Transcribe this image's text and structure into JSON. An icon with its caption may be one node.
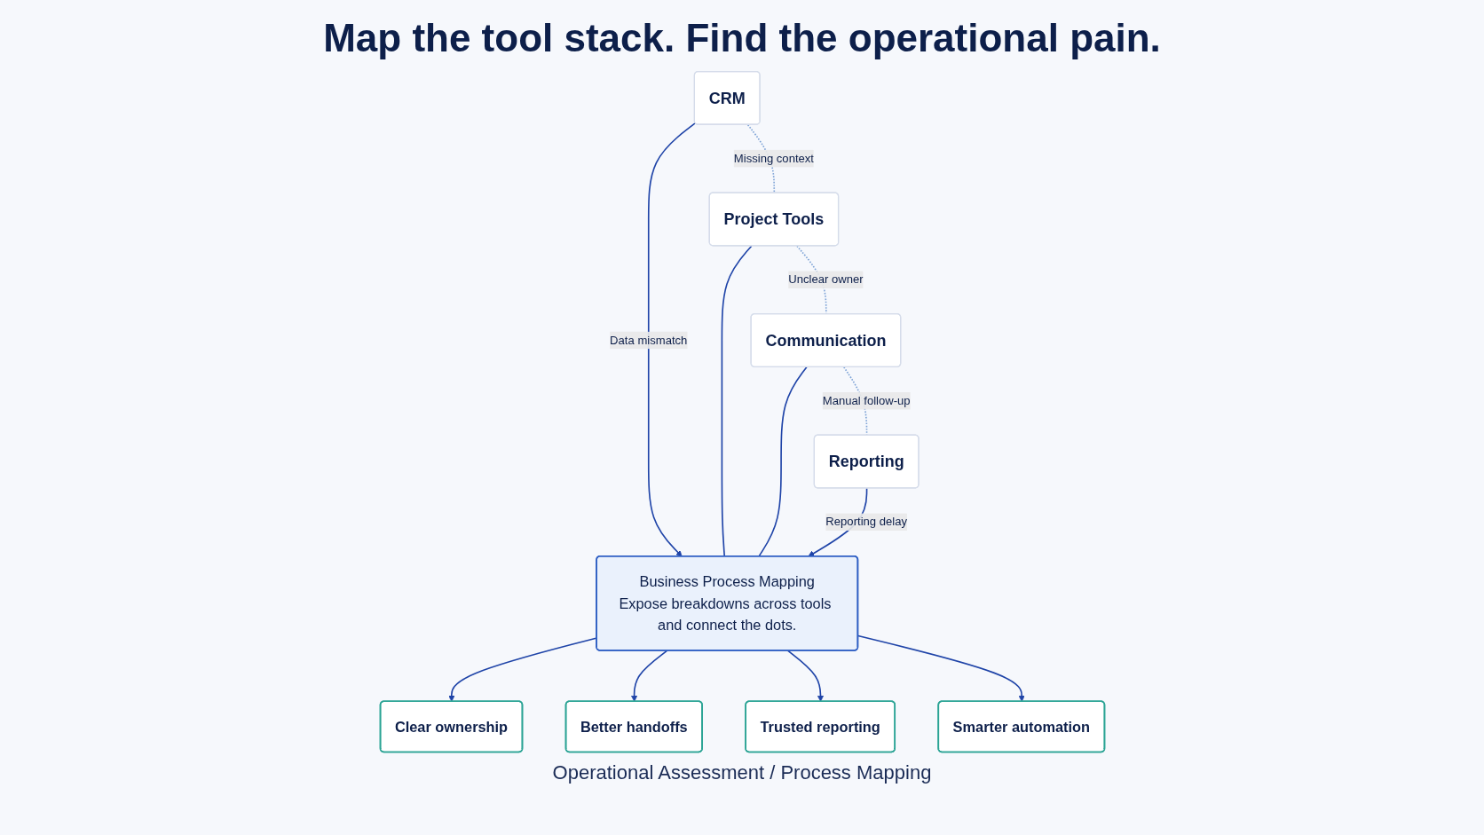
{
  "diagram": {
    "title": "Map the tool stack. Find the operational pain.",
    "nodes": [
      {
        "text": [
          "CRM"
        ]
      },
      {
        "text": [
          "Project Tools"
        ]
      },
      {
        "text": [
          "Communication"
        ]
      },
      {
        "text": [
          "Reporting"
        ]
      },
      {
        "text": [
          "Business Process Mapping",
          "Expose breakdowns across tools and connect the dots."
        ]
      },
      {
        "text": [
          "Clear ownership"
        ]
      },
      {
        "text": [
          "Better handoffs"
        ]
      },
      {
        "text": [
          "Trusted reporting"
        ]
      },
      {
        "text": [
          "Smarter automation"
        ]
      }
    ],
    "edges": [
      {
        "from": 0,
        "to": 1,
        "arrow": "none",
        "label": "Missing context",
        "style": "dashed",
        "color": "#7ea3d6"
      },
      {
        "from": 1,
        "to": 2,
        "arrow": "none",
        "label": "Unclear owner",
        "style": "dashed",
        "color": "#7ea3d6"
      },
      {
        "from": 2,
        "to": 3,
        "arrow": "none",
        "label": "Manual follow-up",
        "style": "dashed",
        "color": "#7ea3d6"
      },
      {
        "from": 0,
        "to": 4,
        "arrow": "to",
        "label": "Data mismatch"
      },
      {
        "from": 1,
        "to": 4,
        "arrow": "none"
      },
      {
        "from": 2,
        "to": 4,
        "arrow": "none"
      },
      {
        "from": 3,
        "to": 4,
        "arrow": "to",
        "label": "Reporting delay"
      },
      {
        "from": 4,
        "to": 5,
        "arrow": "to"
      },
      {
        "from": 4,
        "to": 6,
        "arrow": "to"
      },
      {
        "from": 4,
        "to": 7,
        "arrow": "to"
      },
      {
        "from": 4,
        "to": 8,
        "arrow": "to"
      }
    ],
    "caption": "Operational Assessment / Process Mapping"
  }
}
